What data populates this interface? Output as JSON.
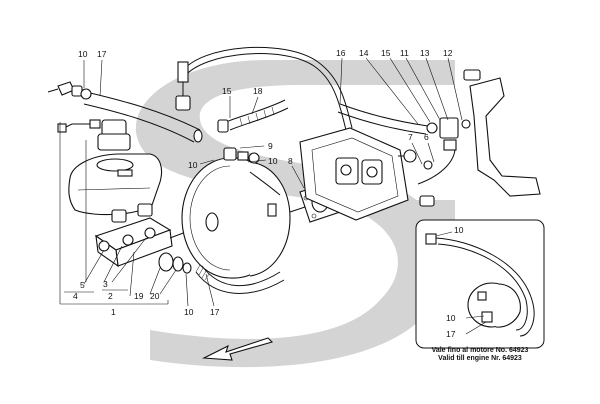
{
  "callouts": {
    "c1": "1",
    "c2": "2",
    "c3": "3",
    "c4": "4",
    "c5": "5",
    "c6": "6",
    "c7": "7",
    "c8": "8",
    "c9": "9",
    "c10a": "10",
    "c10b": "10",
    "c10c": "10",
    "c10d": "10",
    "c10e": "10",
    "c10f": "10",
    "c11": "11",
    "c12": "12",
    "c13": "13",
    "c14": "14",
    "c15a": "15",
    "c15b": "15",
    "c16": "16",
    "c17a": "17",
    "c17b": "17",
    "c17c": "17",
    "c18": "18",
    "c19": "19",
    "c20": "20"
  },
  "inset_note": {
    "line1": "Vale fino al motore No. 64923",
    "line2": "Valid till engine Nr. 64923"
  },
  "watermark_color": "#d4d4d4",
  "line_color": "#111111"
}
